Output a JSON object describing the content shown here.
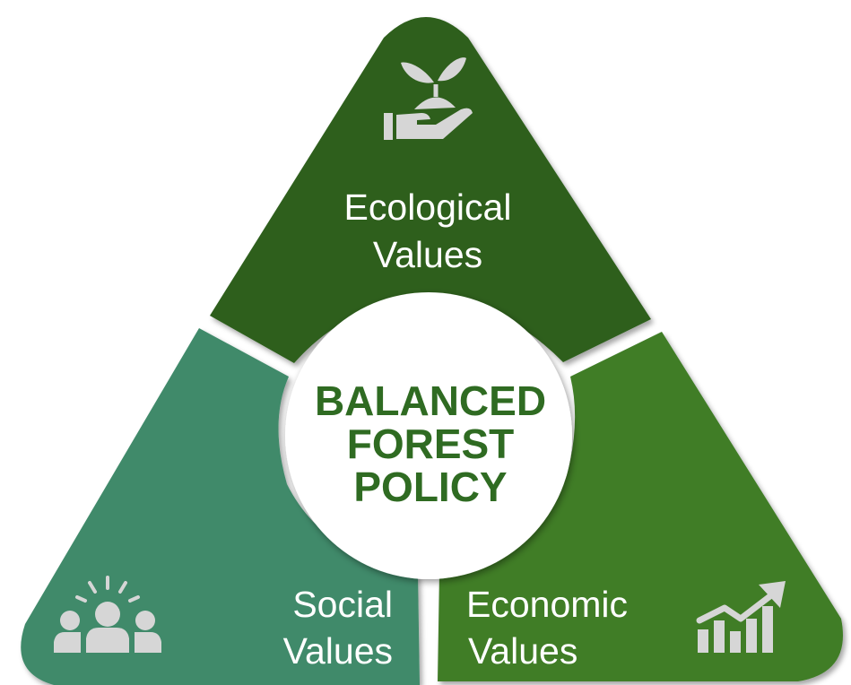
{
  "diagram": {
    "center": {
      "line1": "BALANCED",
      "line2": "FOREST",
      "line3": "POLICY"
    },
    "top_segment": {
      "label_line1": "Ecological",
      "label_line2": "Values",
      "icon": "plant-in-hand-icon",
      "color": "#2d5f1d"
    },
    "left_segment": {
      "label_line1": "Social",
      "label_line2": "Values",
      "icon": "group-people-icon",
      "color": "#3f8a6a"
    },
    "right_segment": {
      "label_line1": "Economic",
      "label_line2": "Values",
      "icon": "rising-bar-chart-icon",
      "color": "#3f7d27"
    },
    "center_text_color": "#2f6b22",
    "icon_color": "#d6d6d6"
  }
}
